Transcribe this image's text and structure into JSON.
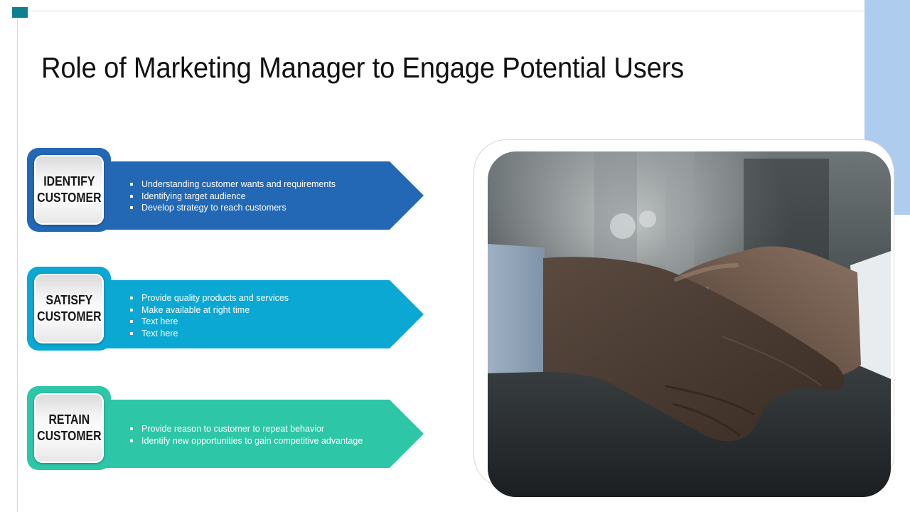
{
  "title": "Role of Marketing Manager to Engage Potential Users",
  "colors": {
    "corner_square": "#0e7f93",
    "right_accent": "#aecdee",
    "identify": "#2368b4",
    "satisfy": "#0aa8d2",
    "retain": "#2dc6a7"
  },
  "steps": [
    {
      "label_line1": "IDENTIFY",
      "label_line2": "CUSTOMER",
      "bullets": [
        "Understanding customer wants and requirements",
        "Identifying target audience",
        "Develop strategy to reach customers"
      ]
    },
    {
      "label_line1": "SATISFY",
      "label_line2": "CUSTOMER",
      "bullets": [
        "Provide quality products and services",
        "Make available at right time",
        "Text here",
        "Text here"
      ]
    },
    {
      "label_line1": "RETAIN",
      "label_line2": "CUSTOMER",
      "bullets": [
        "Provide reason to customer to repeat behavior",
        "Identify new opportunities to gain competitive advantage"
      ]
    }
  ],
  "image": {
    "subject": "handshake-photo"
  }
}
